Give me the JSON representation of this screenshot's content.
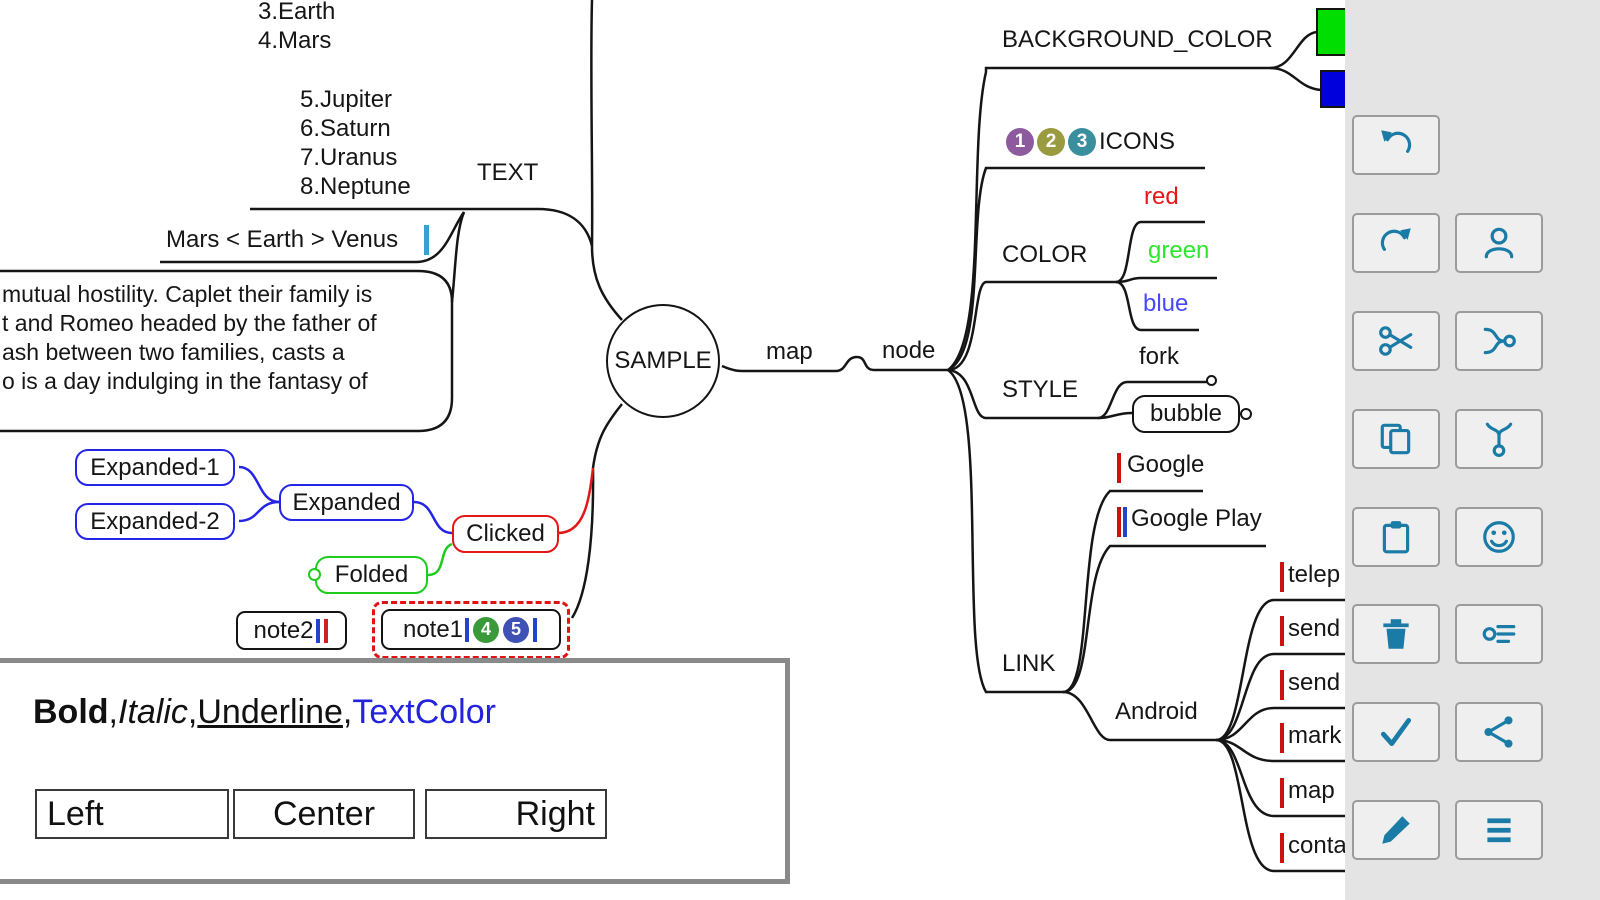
{
  "root_node": "SAMPLE",
  "nodes": {
    "map": "map",
    "node": "node"
  },
  "text_branch": {
    "label": "TEXT",
    "list_top": [
      "3.Earth",
      "4.Mars"
    ],
    "planets": [
      "5.Jupiter",
      "6.Saturn",
      "7.Uranus",
      "8.Neptune"
    ],
    "mars_compare": "Mars < Earth > Venus",
    "paragraph": [
      "mutual hostility. Caplet their family is",
      "t and Romeo headed by the father of",
      "ash between two families, casts a",
      "o is a day indulging in the fantasy of"
    ]
  },
  "expand_branch": {
    "expanded1": "Expanded-1",
    "expanded2": "Expanded-2",
    "expanded": "Expanded",
    "clicked": "Clicked",
    "folded": "Folded",
    "note2": "note2",
    "note1": "note1",
    "badge4": "4",
    "badge5": "5"
  },
  "right_branch": {
    "background_color": "BACKGROUND_COLOR",
    "icons_label": "ICONS",
    "icon1": "1",
    "icon2": "2",
    "icon3": "3",
    "color_label": "COLOR",
    "red": "red",
    "green": "green",
    "blue": "blue",
    "style_label": "STYLE",
    "fork": "fork",
    "bubble": "bubble",
    "link_label": "LINK",
    "google": "Google",
    "google_play": "Google Play",
    "android": "Android",
    "link_items": [
      "telep",
      "send",
      "send",
      "mark",
      "map",
      "conta"
    ]
  },
  "format_panel": {
    "bold": "Bold",
    "italic": "Italic",
    "underline": "Underline",
    "textcolor": "TextColor",
    "comma": ",",
    "align_left": "Left",
    "align_center": "Center",
    "align_right": "Right"
  },
  "toolbar": {
    "left_column": [
      "undo-icon",
      "redo-icon",
      "cut-icon",
      "copy-icon",
      "paste-icon",
      "trash-icon",
      "check-icon",
      "pencil-icon"
    ],
    "right_column": [
      "person-icon",
      "add-child-node-icon",
      "add-sibling-node-icon",
      "smiley-icon",
      "label-lines-icon",
      "share-icon",
      "menu-bars-icon"
    ]
  },
  "colors": {
    "accent_icon_blue": "#1a7ba6",
    "node_blue": "#2525e8",
    "node_red": "#e01818",
    "node_green": "#1ecc1e",
    "swatch_green": "#00dd00",
    "swatch_blue": "#0000dd",
    "badge_purple": "#8e5a9e",
    "badge_olive": "#9a9a40",
    "badge_teal": "#3a8f9f",
    "badge_green": "#3a9a3a",
    "badge_navy": "#3f51b5"
  }
}
